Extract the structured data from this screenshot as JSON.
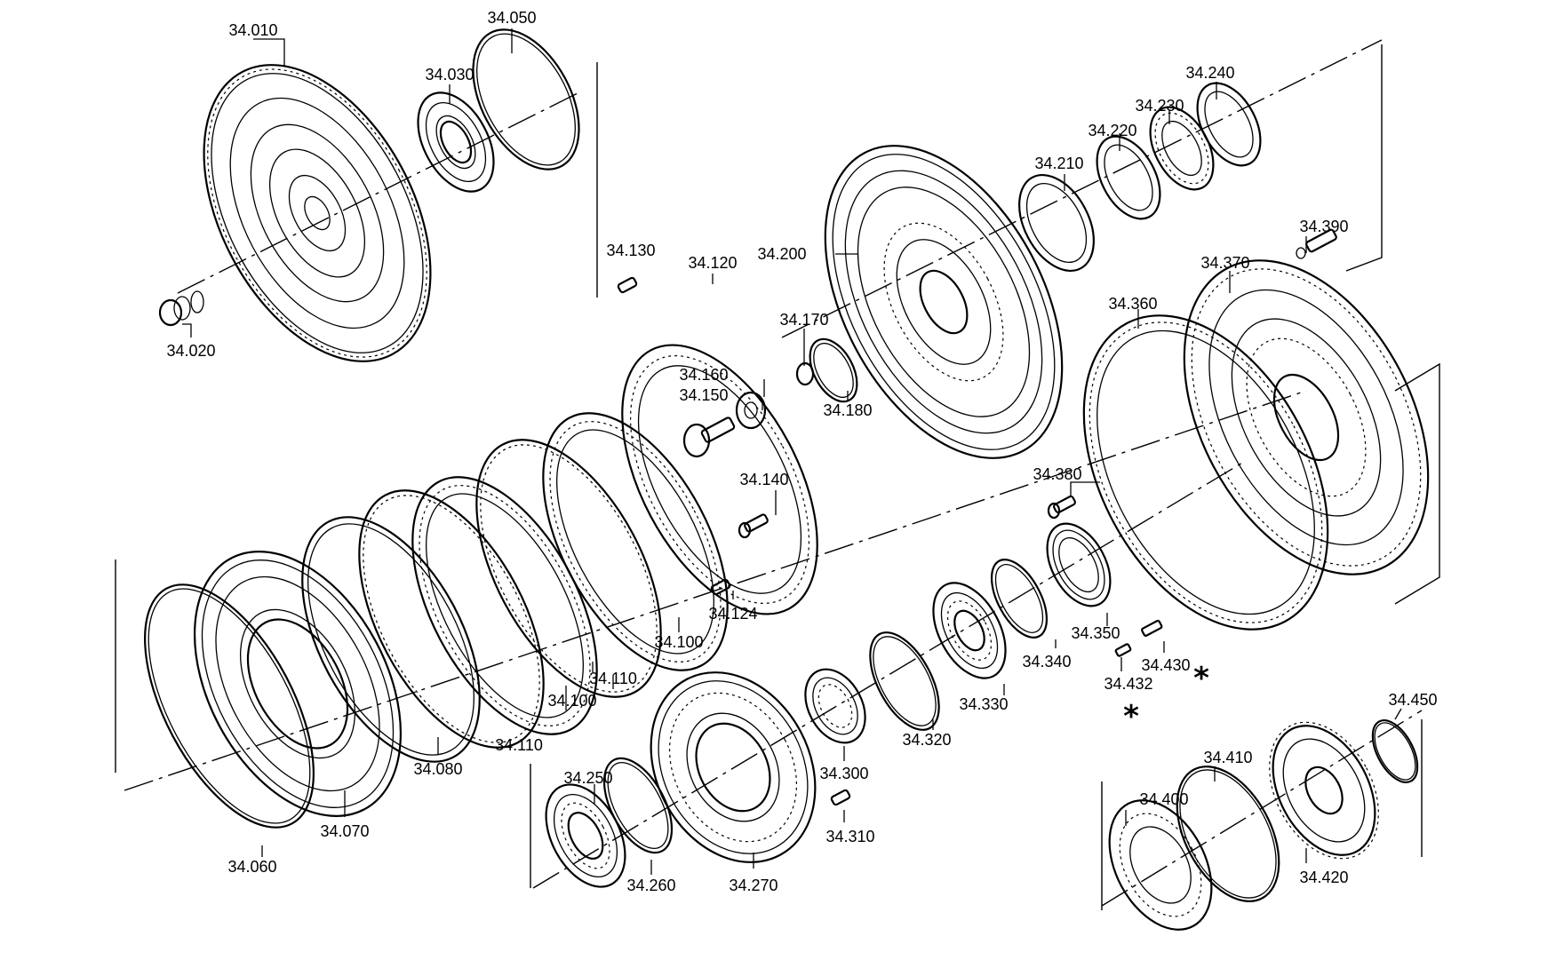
{
  "labels": {
    "p34010": "34.010",
    "p34020": "34.020",
    "p34030": "34.030",
    "p34050": "34.050",
    "p34060": "34.060",
    "p34070": "34.070",
    "p34080": "34.080",
    "p34100a": "34.100",
    "p34100b": "34.100",
    "p34110a": "34.110",
    "p34110b": "34.110",
    "p34120": "34.120",
    "p34124": "34.124",
    "p34130": "34.130",
    "p34140": "34.140",
    "p34150": "34.150",
    "p34160": "34.160",
    "p34170": "34.170",
    "p34180": "34.180",
    "p34200": "34.200",
    "p34210": "34.210",
    "p34220": "34.220",
    "p34230": "34.230",
    "p34240": "34.240",
    "p34250": "34.250",
    "p34260": "34.260",
    "p34270": "34.270",
    "p34300": "34.300",
    "p34310": "34.310",
    "p34320": "34.320",
    "p34330": "34.330",
    "p34340": "34.340",
    "p34350": "34.350",
    "p34360": "34.360",
    "p34370": "34.370",
    "p34380": "34.380",
    "p34390": "34.390",
    "p34400": "34.400",
    "p34410": "34.410",
    "p34420": "34.420",
    "p34430": "34.430",
    "p34432": "34.432",
    "p34450": "34.450"
  },
  "markers": {
    "star_a": "*",
    "star_b": "*"
  }
}
